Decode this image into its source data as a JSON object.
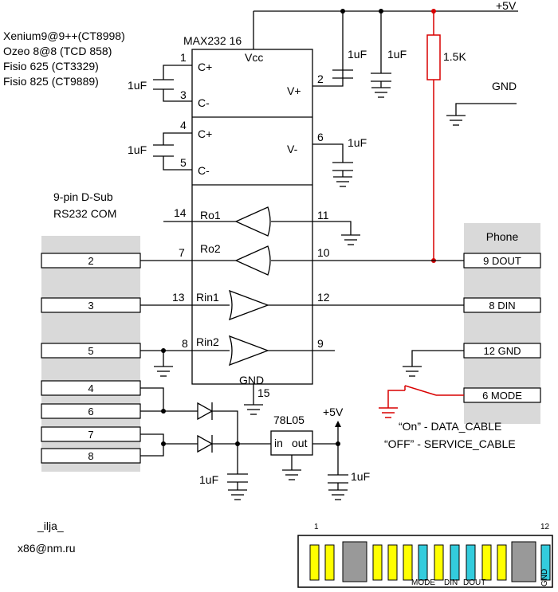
{
  "supply": {
    "plus5v_top": "+5V",
    "plus5v_reg": "+5V",
    "gnd_label": "GND"
  },
  "models": [
    "Xenium9@9++(CT8998)",
    "Ozeo 8@8 (TCD 858)",
    "Fisio 625 (CT3329)",
    "Fisio 825 (CT9889)"
  ],
  "chip": {
    "title": "MAX232 16",
    "vcc": "Vcc",
    "vplus": "V+",
    "vminus": "V-",
    "c1p": "C+",
    "c1m": "C-",
    "c2p": "C+",
    "c2m": "C-",
    "ro1": "Ro1",
    "ro2": "Ro2",
    "rin1": "Rin1",
    "rin2": "Rin2",
    "gnd": "GND",
    "pins": {
      "p1": "1",
      "p3": "3",
      "p4": "4",
      "p5": "5",
      "p2": "2",
      "p6": "6",
      "p14": "14",
      "p7": "7",
      "p13": "13",
      "p8": "8",
      "p11": "11",
      "p10": "10",
      "p12": "12",
      "p9": "9",
      "p15": "15"
    }
  },
  "caps": {
    "c_label": "1uF"
  },
  "resistor": {
    "label": "1.5K"
  },
  "dsub": {
    "title1": "9-pin D-Sub",
    "title2": "RS232 COM",
    "pins": [
      "2",
      "3",
      "5",
      "4",
      "6",
      "7",
      "8"
    ]
  },
  "phone": {
    "title": "Phone",
    "pins": [
      "9 DOUT",
      "8 DIN",
      "12 GND",
      "6 MODE"
    ]
  },
  "regulator": {
    "name": "78L05",
    "in": "in",
    "out": "out"
  },
  "mode_note": {
    "on": "“On” - DATA_CABLE",
    "off": "“OFF” - SERVICE_CABLE"
  },
  "author": {
    "nick": "_ilja_",
    "email": "x86@nm.ru"
  },
  "connector": {
    "left_num": "1",
    "right_num": "12",
    "labels": [
      "MODE",
      "DIN",
      "DOUT",
      "GND"
    ],
    "colors": {
      "yellow": "#ffff00",
      "cyan": "#33ccdd",
      "gray": "#999999"
    }
  }
}
